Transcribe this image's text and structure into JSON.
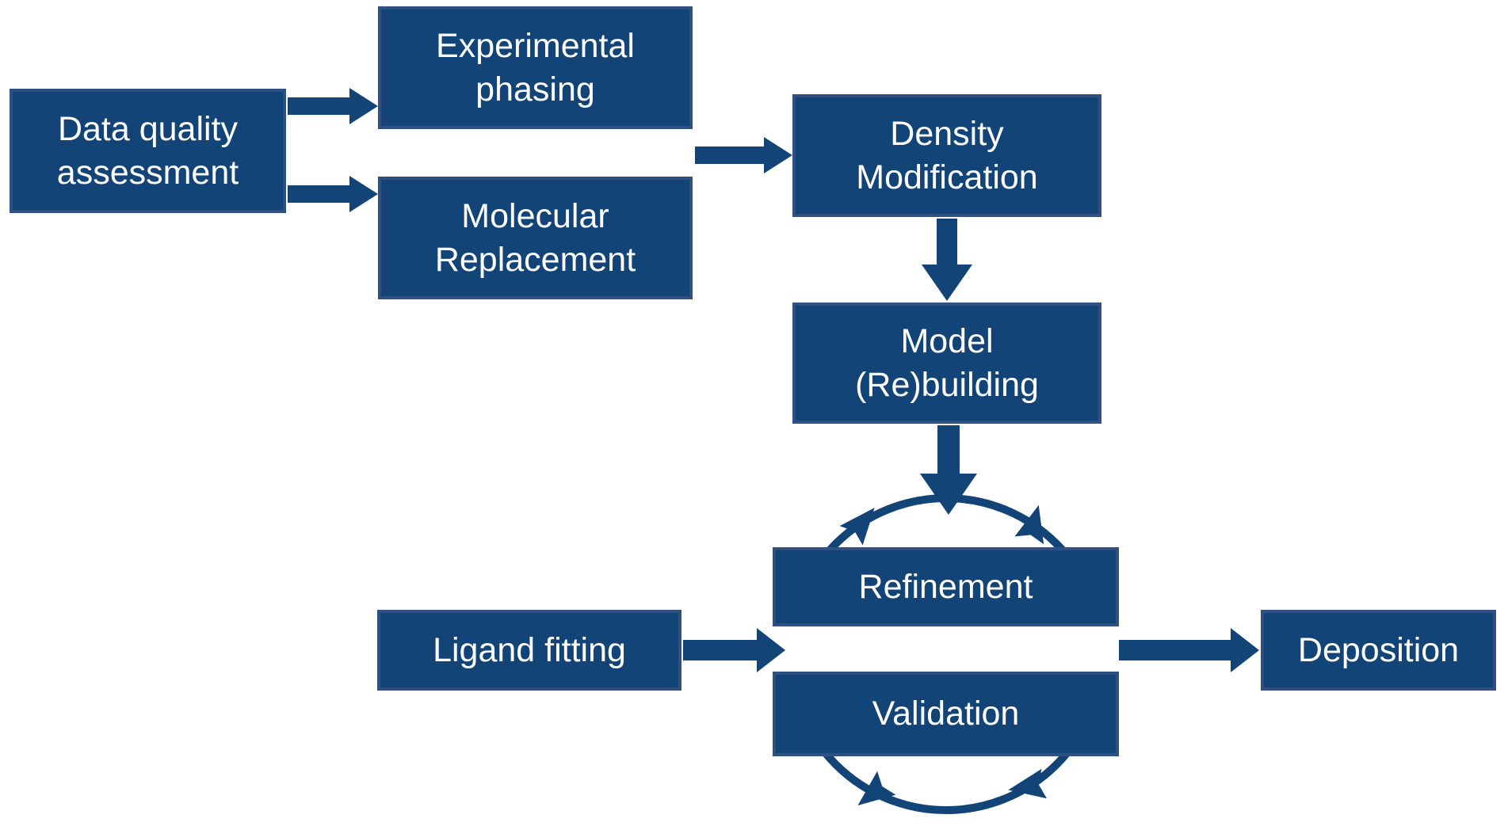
{
  "diagram": {
    "background": "#ffffff",
    "colors": {
      "box_fill": "#124478",
      "box_border": "#2f5181",
      "arrow": "#124478",
      "text": "#ffffff"
    },
    "nodes": {
      "data_quality_assessment": {
        "label": "Data quality\nassessment"
      },
      "experimental_phasing": {
        "label": "Experimental\nphasing"
      },
      "molecular_replacement": {
        "label": "Molecular\nReplacement"
      },
      "density_modification": {
        "label": "Density\nModification"
      },
      "model_rebuilding": {
        "label": "Model\n(Re)building"
      },
      "refinement": {
        "label": "Refinement"
      },
      "validation": {
        "label": "Validation"
      },
      "ligand_fitting": {
        "label": "Ligand fitting"
      },
      "deposition": {
        "label": "Deposition"
      }
    },
    "edges": [
      {
        "from": "Data quality assessment",
        "to": "Experimental phasing"
      },
      {
        "from": "Data quality assessment",
        "to": "Molecular Replacement"
      },
      {
        "from": "Experimental phasing / Molecular Replacement",
        "to": "Density Modification"
      },
      {
        "from": "Density Modification",
        "to": "Model (Re)building"
      },
      {
        "from": "Model (Re)building",
        "to": "Refinement / Validation cycle"
      },
      {
        "from": "Ligand fitting",
        "to": "Refinement / Validation cycle"
      },
      {
        "from": "Refinement / Validation cycle",
        "to": "Deposition"
      },
      {
        "between": [
          "Refinement",
          "Validation"
        ],
        "type": "cycle"
      }
    ]
  }
}
